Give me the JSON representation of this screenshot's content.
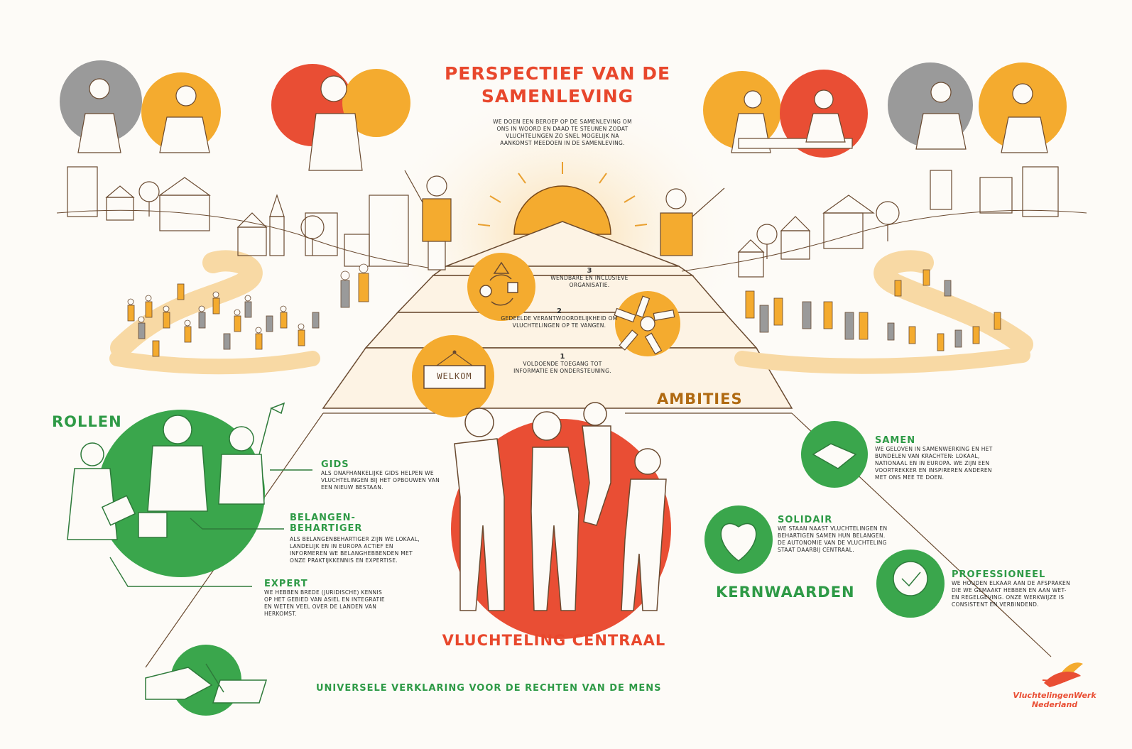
{
  "header": {
    "title_line1": "PERSPECTIEF VAN DE",
    "title_line2": "SAMENLEVING",
    "intro": "WE DOEN EEN BEROEP OP DE SAMENLEVING OM ONS IN WOORD EN DAAD TE STEUNEN ZODAT VLUCHTELINGEN ZO SNEL MOGELIJK NA AANKOMST MEEDOEN IN DE SAMENLEVING."
  },
  "ambities": {
    "title": "AMBITIES",
    "steps": [
      {
        "num": "3",
        "text": "WENDBARE EN INCLUSIEVE ORGANISATIE."
      },
      {
        "num": "2",
        "text": "GEDEELDE VERANTWOORDELIJKHEID OM VLUCHTELINGEN OP TE VANGEN."
      },
      {
        "num": "1",
        "text": "VOLDOENDE TOEGANG TOT INFORMATIE EN ONDERSTEUNING."
      }
    ],
    "welkom_sign": "WELKOM"
  },
  "rollen": {
    "title": "ROLLEN",
    "items": [
      {
        "title": "GIDS",
        "text": "ALS ONAFHANKELIJKE GIDS HELPEN WE VLUCHTELINGEN BIJ HET OPBOUWEN VAN EEN NIEUW BESTAAN."
      },
      {
        "title_line1": "BELANGEN-",
        "title_line2": "BEHARTIGER",
        "text": "ALS BELANGENBEHARTIGER ZIJN WE LOKAAL, LANDELIJK EN IN EUROPA ACTIEF EN INFORMEREN WE BELANGHEBBENDEN MET ONZE PRAKTIJKKENNIS EN EXPERTISE."
      },
      {
        "title": "EXPERT",
        "text": "WE HEBBEN BREDE (JURIDISCHE) KENNIS OP HET GEBIED VAN ASIEL EN INTEGRATIE EN WETEN VEEL OVER DE LANDEN VAN HERKOMST."
      }
    ]
  },
  "kernwaarden": {
    "title": "KERNWAARDEN",
    "items": [
      {
        "title": "SAMEN",
        "text": "WE GELOVEN IN SAMENWERKING EN HET BUNDELEN VAN KRACHTEN: LOKAAL, NATIONAAL EN IN EUROPA. WE ZIJN EEN VOORTREKKER EN INSPIREREN ANDEREN MET ONS MEE TE DOEN."
      },
      {
        "title": "SOLIDAIR",
        "text": "WE STAAN NAAST VLUCHTELINGEN EN BEHARTIGEN SAMEN HUN BELANGEN. DE AUTONOMIE VAN DE VLUCHTELING STAAT DAARBIJ CENTRAAL."
      },
      {
        "title": "PROFESSIONEEL",
        "text": "WE HOUDEN ELKAAR AAN DE AFSPRAKEN DIE WE GEMAAKT HEBBEN EN AAN WET- EN REGELGEVING. ONZE WERKWIJZE IS CONSISTENT EN VERBINDEND."
      }
    ]
  },
  "center": {
    "title": "VLUCHTELING CENTRAAL"
  },
  "footer": {
    "declaration": "UNIVERSELE VERKLARING VOOR DE RECHTEN VAN DE MENS",
    "logo_line1": "VluchtelingenWerk",
    "logo_line2": "Nederland"
  },
  "colors": {
    "red": "#e94e34",
    "orange": "#f4ab2f",
    "green": "#3aa64c",
    "grey": "#9a9a9a",
    "brown": "#b06a12"
  }
}
